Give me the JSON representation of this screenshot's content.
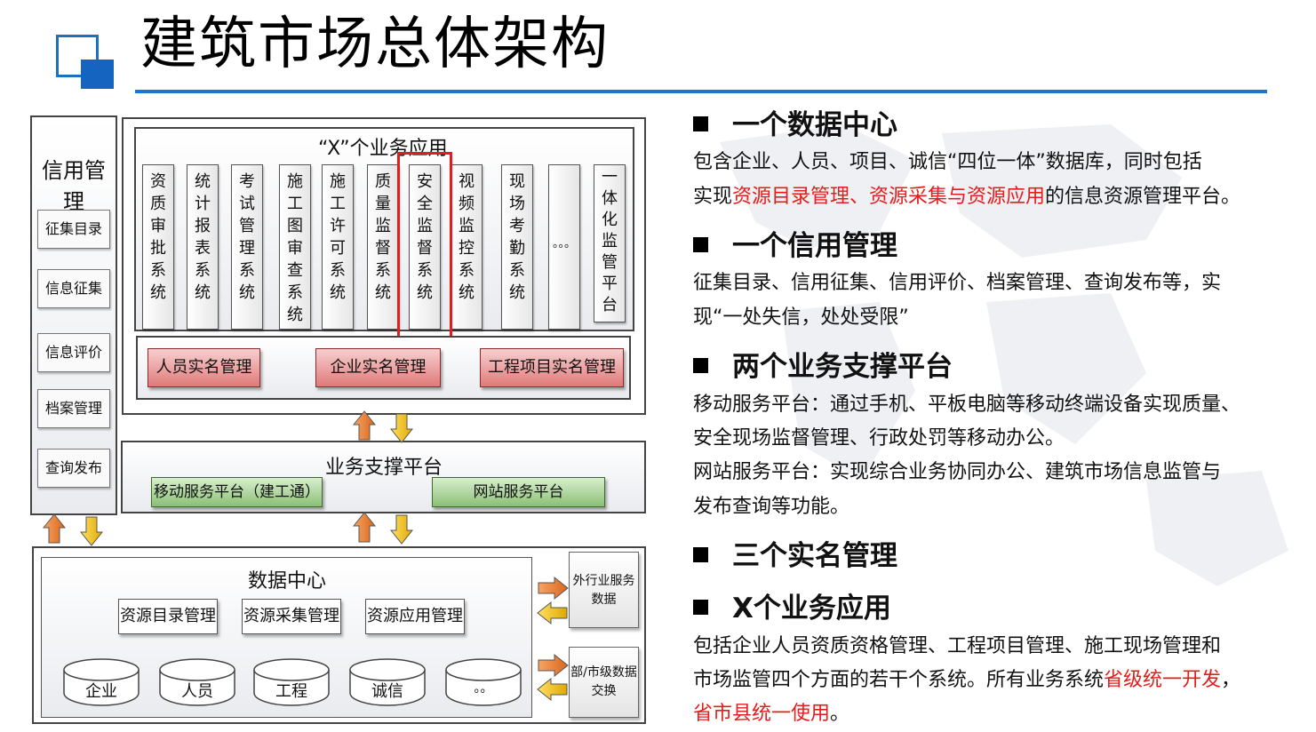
{
  "title": "建筑市场总体架构",
  "credit": {
    "title": "信用管理",
    "items": [
      "征集目录",
      "信息征集",
      "信息评价",
      "档案管理",
      "查询发布"
    ]
  },
  "apps": {
    "title": "“X”个业务应用",
    "systems": [
      "资质审批系统",
      "统计报表系统",
      "考试管理系统",
      "施工图审查系统",
      "施工许可系统",
      "质量监督系统",
      "安全监督系统",
      "视频监控系统",
      "现场考勤系统",
      "。。。",
      "一体化监管平台"
    ],
    "realname": [
      "人员实名管理",
      "企业实名管理",
      "工程项目实名管理"
    ]
  },
  "support": {
    "title": "业务支撑平台",
    "mobile": "移动服务平台（建工通）",
    "web": "网站服务平台"
  },
  "datacenter": {
    "title": "数据中心",
    "mgmt": [
      "资源目录管理",
      "资源采集管理",
      "资源应用管理"
    ],
    "dbs": [
      "企业",
      "人员",
      "工程",
      "诚信",
      "。。"
    ],
    "ext1": "外行业服务数据",
    "ext2": "部/市级数据交换"
  },
  "right": {
    "h1": "一个数据中心",
    "p1a": "包含企业、人员、项目、诚信“四位一体”数据库，同时包括",
    "p1b_pre": "实现",
    "p1b_red": "资源目录管理、资源采集与资源应用",
    "p1b_post": "的信息资源管理平台。",
    "h2": "一个信用管理",
    "p2a": "征集目录、信用征集、信用评价、档案管理、查询发布等，实",
    "p2b": "现“一处失信，处处受限”",
    "h3": "两个业务支撑平台",
    "p3a": "移动服务平台：通过手机、平板电脑等移动终端设备实现质量、",
    "p3b": "安全现场监督管理、行政处罚等移动办公。",
    "p3c": "网站服务平台：实现综合业务协同办公、建筑市场信息监管与",
    "p3d": "发布查询等功能。",
    "h4": "三个实名管理",
    "h5": "X个业务应用",
    "p5a": "包括企业人员资质资格管理、工程项目管理、施工现场管理和",
    "p5b_pre": "市场监管四个方面的若干个系统。所有业务系统",
    "p5b_red": "省级统一开发",
    "p5b_post": "，",
    "p5c_red": "省市县统一使用",
    "p5c_post": "。"
  },
  "colors": {
    "accent": "#1976d2",
    "highlight": "#e31c1c",
    "arrow_up": "#f08a3c",
    "arrow_down": "#f5c518"
  }
}
